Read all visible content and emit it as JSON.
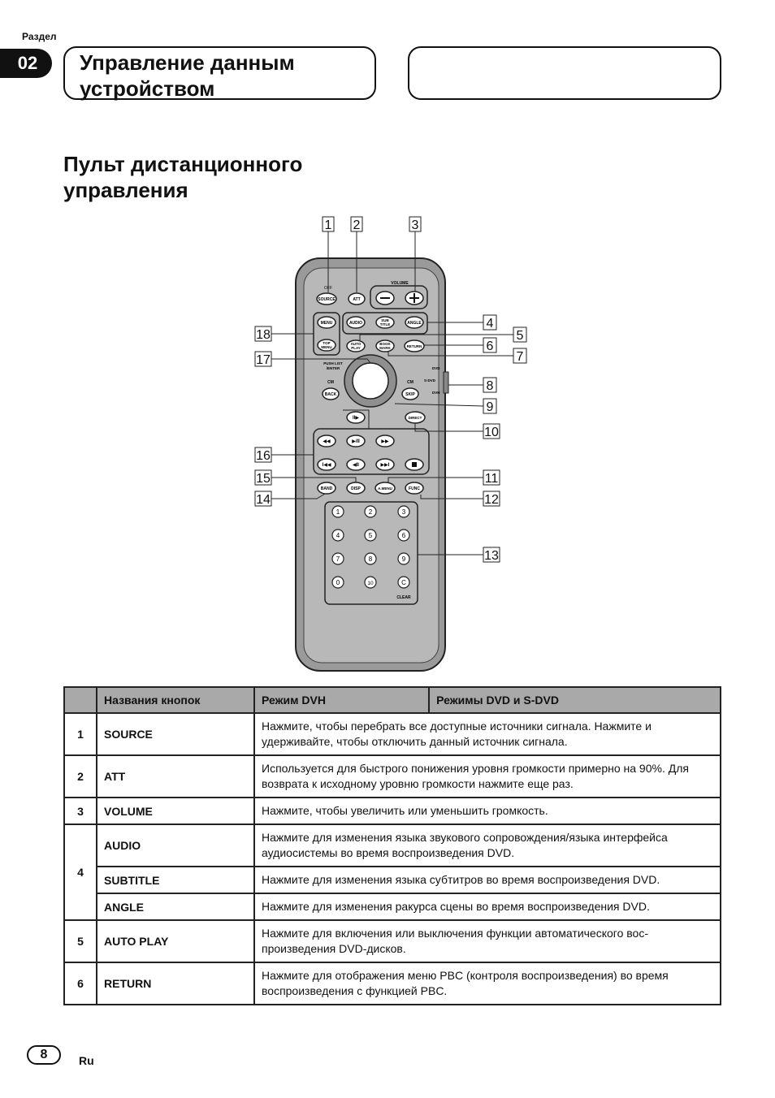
{
  "header": {
    "section_label": "Раздел",
    "section_number": "02",
    "chapter_title_line1": "Управление данным",
    "chapter_title_line2": "устройством"
  },
  "section_title_line1": "Пульт дистанционного",
  "section_title_line2": "управления",
  "figure": {
    "callouts": [
      "1",
      "2",
      "3",
      "4",
      "5",
      "6",
      "7",
      "8",
      "9",
      "10",
      "11",
      "12",
      "13",
      "14",
      "15",
      "16",
      "17",
      "18"
    ],
    "buttons": {
      "source": "SOURCE",
      "off": "OFF",
      "att": "ATT",
      "volume": "VOLUME",
      "menu": "MENU",
      "top_menu_1": "TOP",
      "top_menu_2": "MENU",
      "audio": "AUDIO",
      "sub_title_1": "SUB",
      "sub_title_2": "TITLE",
      "angle": "ANGLE",
      "auto_play_1": "AUTO",
      "auto_play_2": "PLAY",
      "book_mark_1": "BOOK",
      "book_mark_2": "MARK",
      "return": "RETURN",
      "push_list_1": "PUSH LIST",
      "push_list_2": "/ENTER",
      "cm_left": "CM",
      "back": "BACK",
      "cm_right": "CM",
      "skip": "SKIP",
      "switch_dvd": "DVD",
      "switch_sdvd": "S-DVD",
      "switch_dvh": "DVH",
      "direct": "DIRECT",
      "band": "BAND",
      "disp": "DISP",
      "a_menu": "A.MENU",
      "func": "FUNC",
      "clear": "CLEAR",
      "keypad": [
        "1",
        "2",
        "3",
        "4",
        "5",
        "6",
        "7",
        "8",
        "9",
        "0",
        "10",
        "C"
      ]
    }
  },
  "table": {
    "headers": [
      "",
      "Названия кнопок",
      "Режим DVH",
      "Режимы DVD и S-DVD"
    ],
    "rows": [
      {
        "num": "1",
        "name": "SOURCE",
        "desc": "Нажмите, чтобы перебрать все доступные источники сигнала. Нажмите и удерживайте, чтобы отключить данный источник сигнала."
      },
      {
        "num": "2",
        "name": "ATT",
        "desc": "Используется для быстрого понижения уровня громкости примерно на 90%. Для возврата к исходному уровню громкости нажмите еще раз."
      },
      {
        "num": "3",
        "name": "VOLUME",
        "desc": "Нажмите, чтобы увеличить или уменьшить громкость."
      },
      {
        "num": "4",
        "name": "AUDIO",
        "desc": "Нажмите для изменения языка звукового сопровождения/языка интерфейса аудиосистемы во время воспроизведения DVD."
      },
      {
        "num": "",
        "name": "SUBTITLE",
        "desc": "Нажмите для изменения языка субтитров во время воспроизведения DVD."
      },
      {
        "num": "",
        "name": "ANGLE",
        "desc": "Нажмите для изменения ракурса сцены во время воспроизведения DVD."
      },
      {
        "num": "5",
        "name": "AUTO PLAY",
        "desc": "Нажмите для включения или выключения функции автоматического вос-произведения DVD-дисков."
      },
      {
        "num": "6",
        "name": "RETURN",
        "desc": "Нажмите для отображения меню PBC (контроля воспроизведения) во время воспроизведения с функцией PBC."
      }
    ]
  },
  "footer": {
    "page_number": "8",
    "language": "Ru"
  }
}
